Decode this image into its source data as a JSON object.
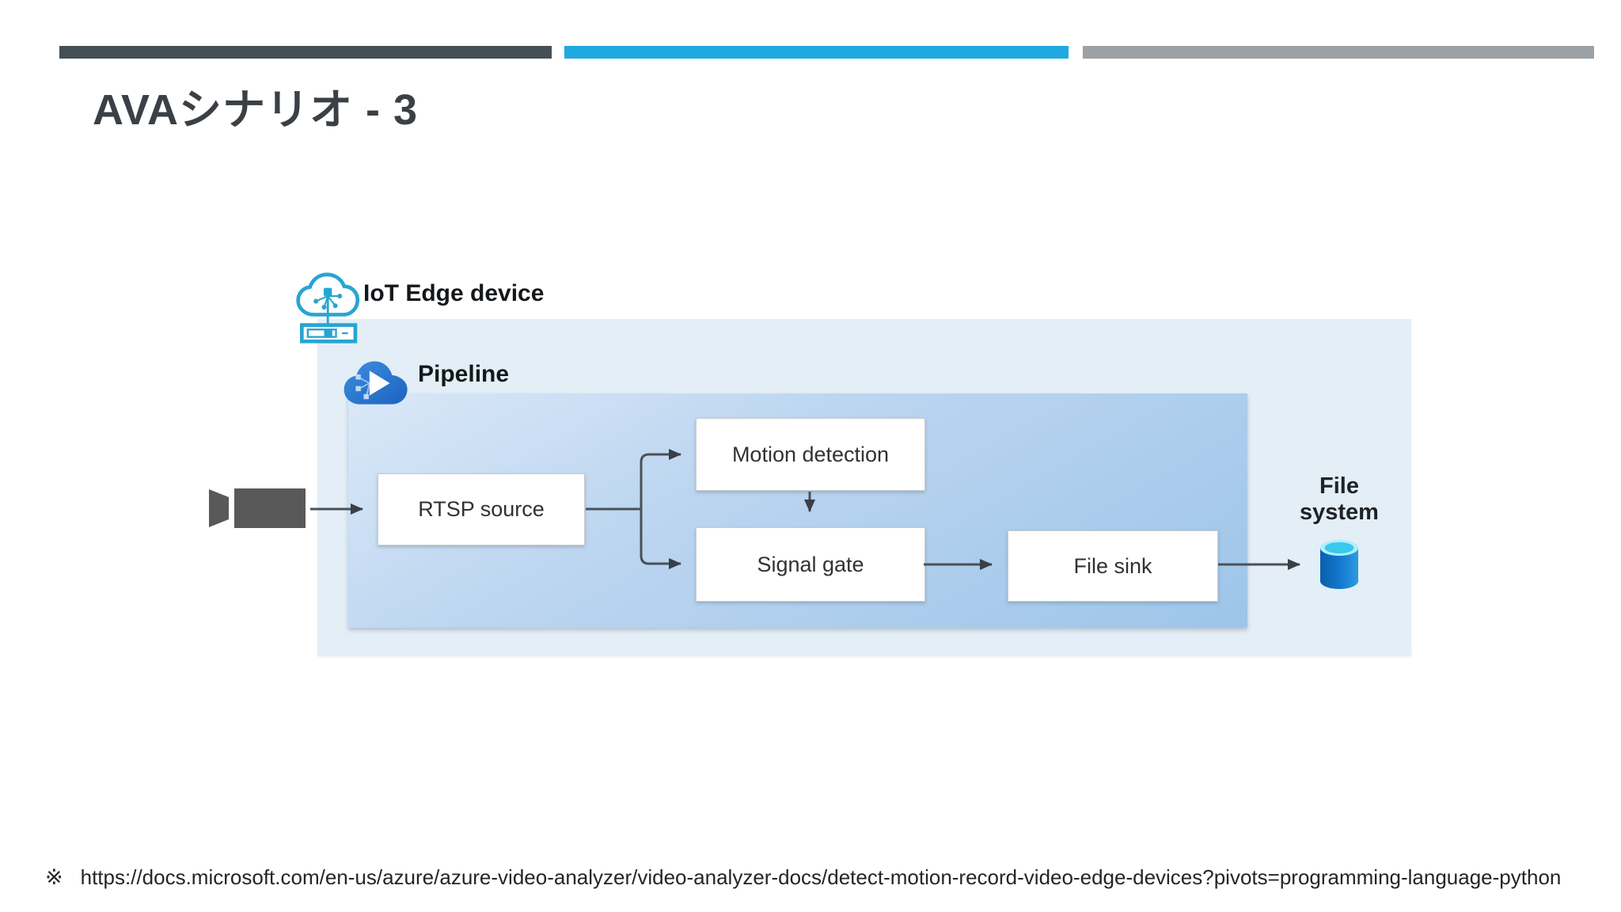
{
  "slide": {
    "title": "AVAシナリオ - 3",
    "footnote": {
      "marker": "※",
      "url": "https://docs.microsoft.com/en-us/azure/azure-video-analyzer/video-analyzer-docs/detect-motion-record-video-edge-devices?pivots=programming-language-python"
    }
  },
  "accent_bars": {
    "dark_color": "#454F56",
    "blue_color": "#1FA9E0",
    "gray_color": "#9CA1A5"
  },
  "diagram": {
    "iot_edge_label": "IoT Edge device",
    "pipeline_label": "Pipeline",
    "nodes": [
      {
        "id": "rtsp-source",
        "label": "RTSP source"
      },
      {
        "id": "motion-detection",
        "label": "Motion detection"
      },
      {
        "id": "signal-gate",
        "label": "Signal gate"
      },
      {
        "id": "file-sink",
        "label": "File sink"
      }
    ],
    "file_system_label": {
      "line1": "File",
      "line2": "system"
    },
    "icons": {
      "camera": "video-camera-icon",
      "iot_edge": "iot-edge-cloud-device-icon",
      "pipeline": "pipeline-cloud-icon",
      "file_system": "database-cylinder-icon"
    },
    "colors": {
      "outer_container": "#E3EEF7",
      "inner_container_top": "#DAE8F8",
      "inner_container_bottom": "#9DC5E9",
      "arrow": "#4A5056",
      "camera": "#595959",
      "iot_icon_teal": "#27A5D2",
      "pipeline_cloud_blue": "#2E7CD6",
      "cylinder_body_blue": "#1377CC",
      "cylinder_top_cyan": "#38C9EC"
    }
  }
}
